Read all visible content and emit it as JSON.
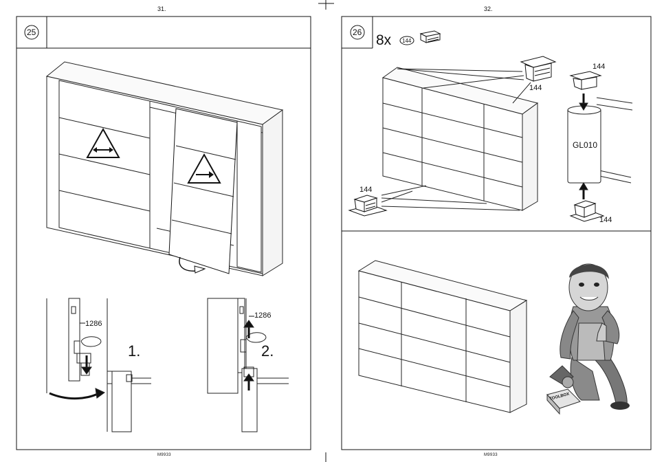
{
  "left_page": {
    "page_number": "31.",
    "step_number": "25",
    "callouts": {
      "part_top": "1286",
      "part_bottom": "1286"
    },
    "sub_steps": [
      "1.",
      "2."
    ],
    "footer_code": "M9933"
  },
  "right_page": {
    "page_number": "32.",
    "step_number": "26",
    "quantity": "8x",
    "part_badge": "144",
    "labels": {
      "part_a": "144",
      "part_b": "144",
      "part_c": "144",
      "part_d": "144",
      "part_e": "144",
      "profile": "GL010"
    },
    "toolbox_label": "TOOLBOX",
    "footer_code": "M9933"
  }
}
